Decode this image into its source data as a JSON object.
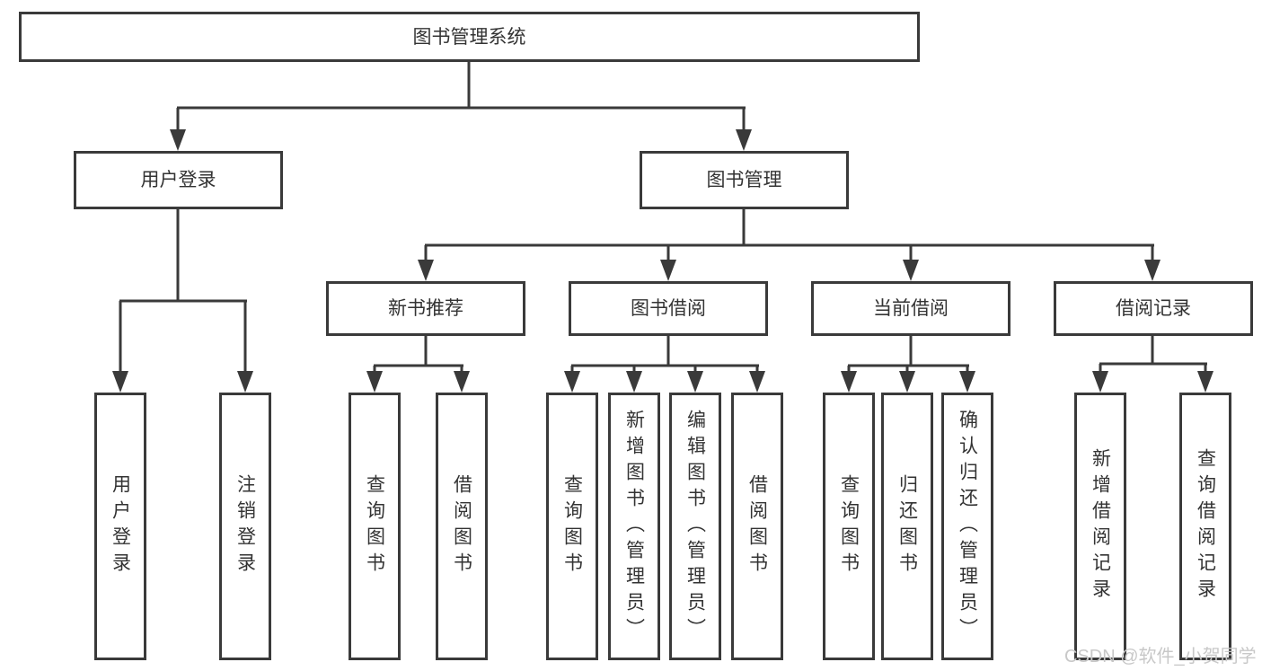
{
  "diagram": {
    "root": {
      "label": "图书管理系统"
    },
    "level2": [
      {
        "label": "用户登录"
      },
      {
        "label": "图书管理"
      }
    ],
    "level3": [
      {
        "label": "新书推荐",
        "parent": "图书管理"
      },
      {
        "label": "图书借阅",
        "parent": "图书管理"
      },
      {
        "label": "当前借阅",
        "parent": "图书管理"
      },
      {
        "label": "借阅记录",
        "parent": "图书管理"
      }
    ],
    "leaves": [
      {
        "label": "用户登录",
        "parent": "用户登录"
      },
      {
        "label": "注销登录",
        "parent": "用户登录"
      },
      {
        "label": "查询图书",
        "parent": "新书推荐"
      },
      {
        "label": "借阅图书",
        "parent": "新书推荐"
      },
      {
        "label": "查询图书",
        "parent": "图书借阅"
      },
      {
        "label": "新增图书（管理员）",
        "parent": "图书借阅"
      },
      {
        "label": "编辑图书（管理员）",
        "parent": "图书借阅"
      },
      {
        "label": "借阅图书",
        "parent": "图书借阅"
      },
      {
        "label": "查询图书",
        "parent": "当前借阅"
      },
      {
        "label": "归还图书",
        "parent": "当前借阅"
      },
      {
        "label": "确认归还（管理员）",
        "parent": "当前借阅"
      },
      {
        "label": "新增借阅记录",
        "parent": "借阅记录"
      },
      {
        "label": "查询借阅记录",
        "parent": "借阅记录"
      }
    ],
    "watermark": "CSDN @软件_小贺同学",
    "colors": {
      "line": "#3a3a3a",
      "text": "#333333",
      "watermark": "#c8c8c8",
      "background": "#ffffff"
    }
  }
}
